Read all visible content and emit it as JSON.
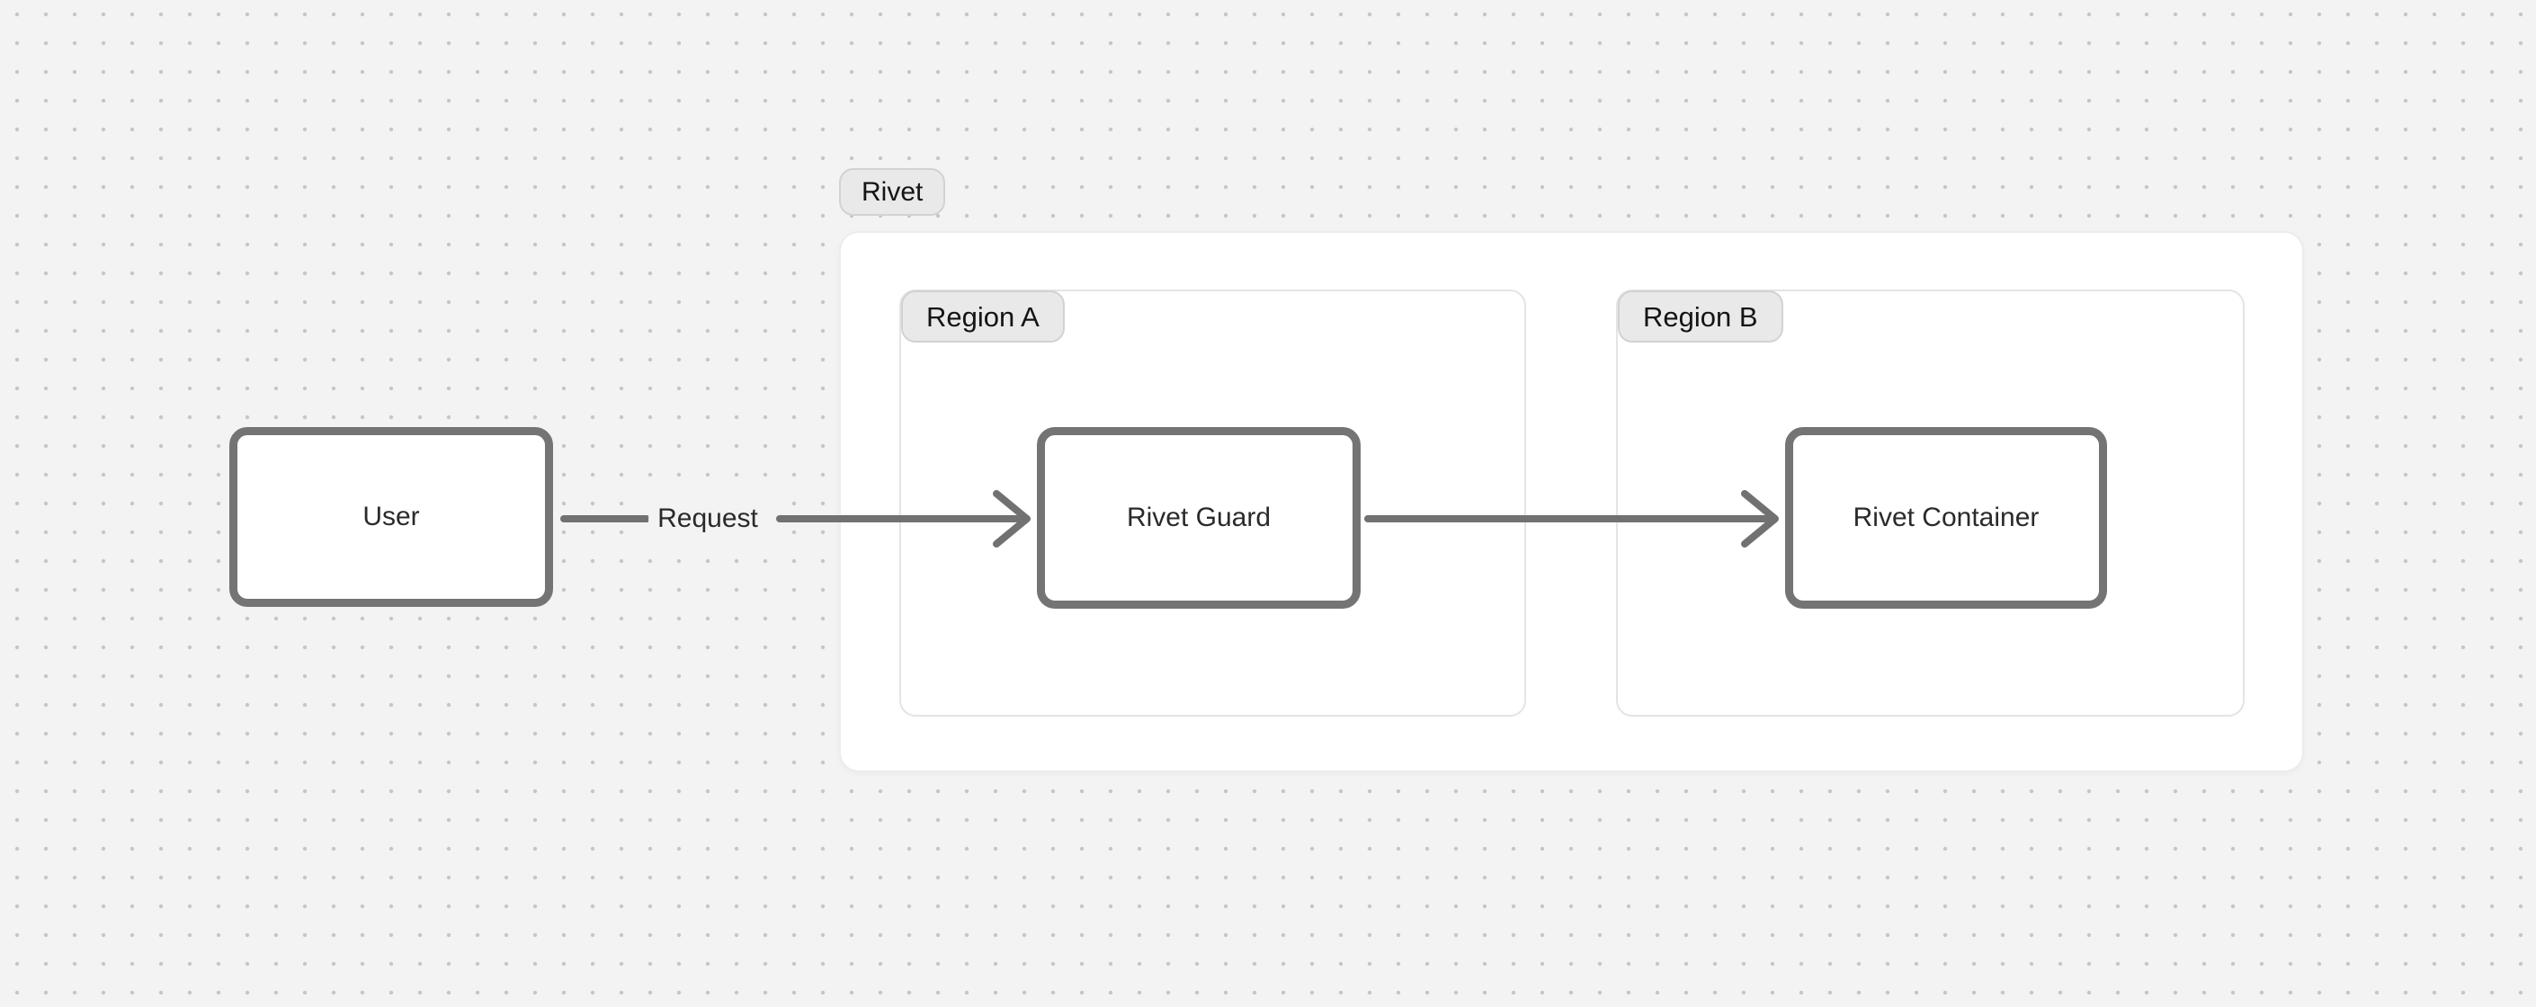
{
  "diagram": {
    "frames": {
      "rivet": {
        "label": "Rivet"
      },
      "region_a": {
        "label": "Region A"
      },
      "region_b": {
        "label": "Region B"
      }
    },
    "nodes": {
      "user": {
        "label": "User"
      },
      "rivet_guard": {
        "label": "Rivet Guard"
      },
      "rivet_container": {
        "label": "Rivet Container"
      }
    },
    "edges": {
      "user_to_guard": {
        "from": "User",
        "to": "Rivet Guard",
        "label": "Request"
      },
      "guard_to_container": {
        "from": "Rivet Guard",
        "to": "Rivet Container",
        "label": ""
      }
    },
    "colors": {
      "canvas_bg": "#f3f3f3",
      "dot": "#c6c6c6",
      "node_border": "#747474",
      "arrow": "#717171",
      "frame_bg": "#ffffff",
      "frame_border": "#ececec",
      "region_border": "#e4e4e4",
      "badge_bg": "#e9e9e9",
      "badge_border": "#d2d2d2",
      "text": "#2a2a2a"
    }
  }
}
